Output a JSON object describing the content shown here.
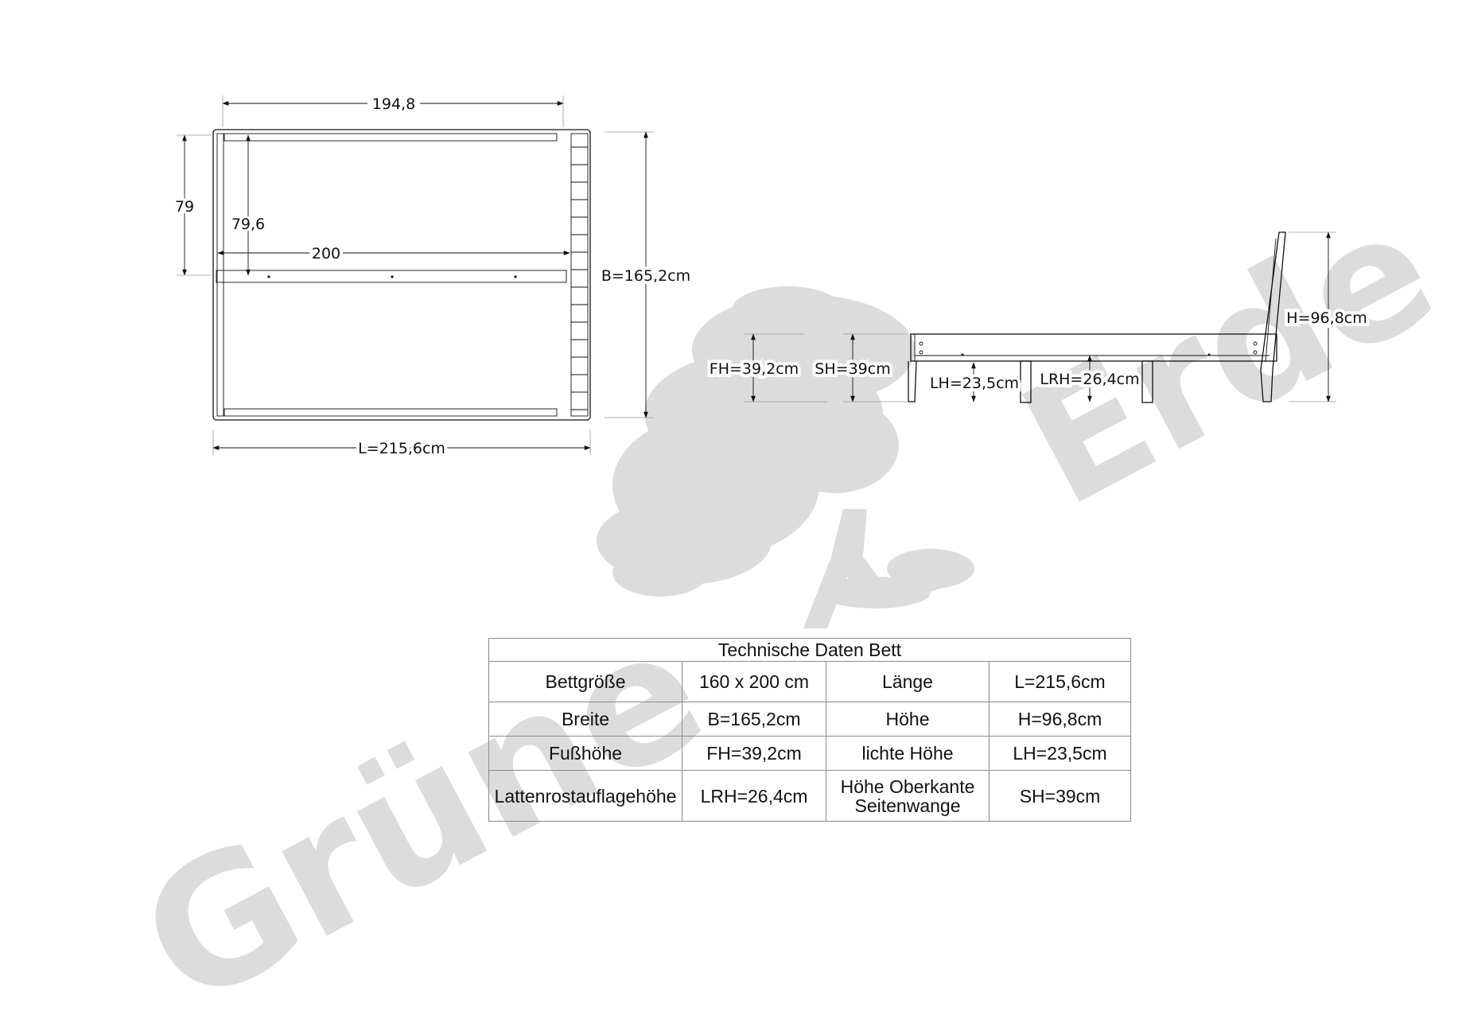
{
  "watermark": {
    "word1": "Grüne",
    "word2": "Erde",
    "color": "#dcdcdc"
  },
  "top_view": {
    "width_top": "194,8",
    "side_height": "79",
    "inner_height": "79,6",
    "inner_length": "200",
    "overall_width": "B=165,2cm",
    "overall_length": "L=215,6cm"
  },
  "side_view": {
    "fh": "FH=39,2cm",
    "sh": "SH=39cm",
    "lh": "LH=23,5cm",
    "lrh": "LRH=26,4cm",
    "h": "H=96,8cm"
  },
  "table": {
    "title": "Technische Daten Bett",
    "rows": [
      [
        "Bettgröße",
        "160 x 200 cm",
        "Länge",
        "L=215,6cm"
      ],
      [
        "Breite",
        "B=165,2cm",
        "Höhe",
        "H=96,8cm"
      ],
      [
        "Fußhöhe",
        "FH=39,2cm",
        "lichte Höhe",
        "LH=23,5cm"
      ],
      [
        "Lattenrostauflagehöhe",
        "LRH=26,4cm",
        "Höhe Oberkante Seitenwange",
        "SH=39cm"
      ]
    ]
  }
}
